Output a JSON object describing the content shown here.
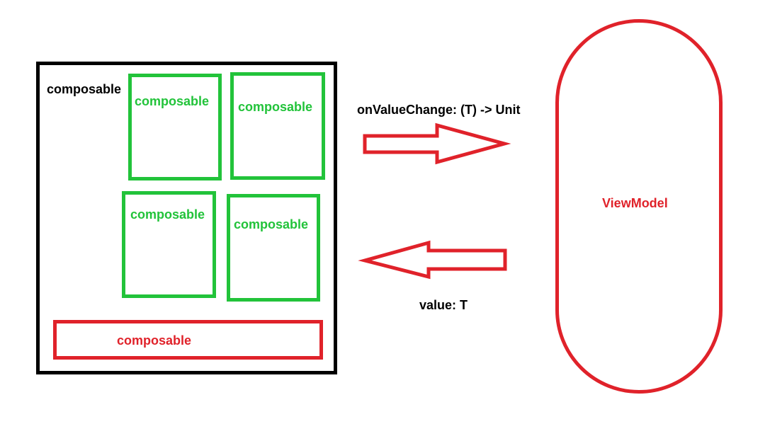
{
  "outer_composable": {
    "label": "composable"
  },
  "inner_composables": [
    {
      "label": "composable"
    },
    {
      "label": "composable"
    },
    {
      "label": "composable"
    },
    {
      "label": "composable"
    }
  ],
  "bottom_composable": {
    "label": "composable"
  },
  "event_flow": {
    "label": "onValueChange: (T) -> Unit"
  },
  "state_flow": {
    "label": "value: T"
  },
  "viewmodel": {
    "label": "ViewModel"
  },
  "colors": {
    "outer_border": "#000000",
    "composable_green": "#22c33a",
    "accent_red": "#e0222a"
  }
}
